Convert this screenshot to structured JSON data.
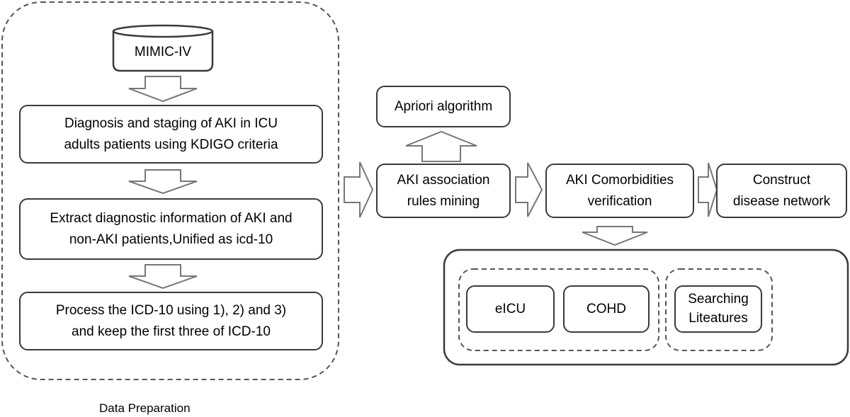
{
  "data_preparation": {
    "title": "Data Preparation",
    "database": "MIMIC-IV",
    "step1": {
      "line1": "Diagnosis and staging of AKI in ICU",
      "line2": "adults patients using KDIGO criteria"
    },
    "step2": {
      "line1": "Extract diagnostic information of AKI and",
      "line2": "non-AKI patients,Unified as icd-10"
    },
    "step3": {
      "line1": "Process the ICD-10 using 1), 2) and 3)",
      "line2": "and keep the first three of ICD-10"
    }
  },
  "analysis": {
    "apriori": "Apriori algorithm",
    "mining": {
      "line1": "AKI association",
      "line2": "rules mining"
    },
    "verification": {
      "line1": "AKI Comorbidities",
      "line2": "verification"
    },
    "network": {
      "line1": "Construct",
      "line2": "disease network"
    }
  },
  "verification_sources": {
    "eicu": "eICU",
    "cohd": "COHD",
    "literature": {
      "line1": "Searching",
      "line2": "Liteatures"
    }
  }
}
